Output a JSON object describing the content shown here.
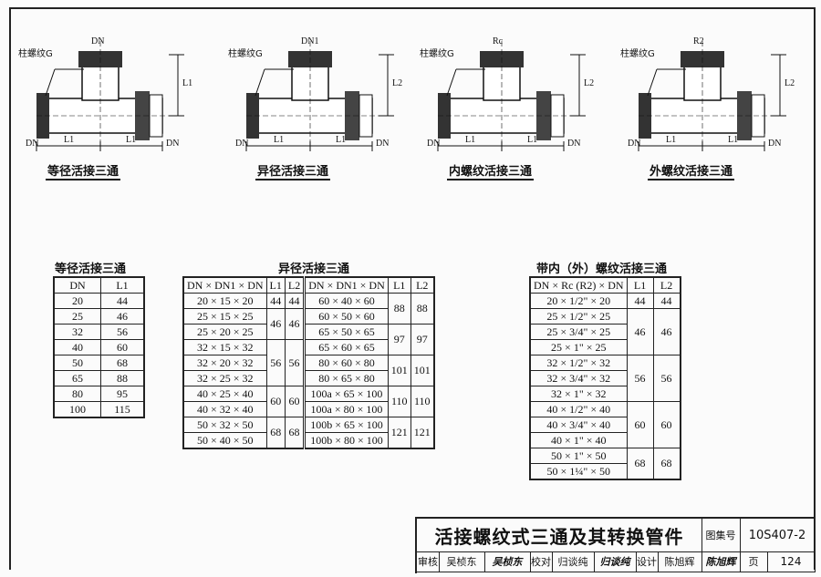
{
  "drawings": [
    {
      "caption": "等径活接三通",
      "labels": {
        "thread": "柱螺纹G",
        "top": "DN",
        "left": "DN",
        "right": "DN",
        "l1a": "L1",
        "l1b": "L1",
        "l2": "L1"
      }
    },
    {
      "caption": "异径活接三通",
      "labels": {
        "thread": "柱螺纹G",
        "top": "DN1",
        "left": "DN",
        "right": "DN",
        "l1a": "L1",
        "l1b": "L1",
        "l2": "L2"
      }
    },
    {
      "caption": "内螺纹活接三通",
      "labels": {
        "thread": "柱螺纹G",
        "top": "Rc",
        "left": "DN",
        "right": "DN",
        "l1a": "L1",
        "l1b": "L1",
        "l2": "L2"
      }
    },
    {
      "caption": "外螺纹活接三通",
      "labels": {
        "thread": "柱螺纹G",
        "top": "R2",
        "left": "DN",
        "right": "DN",
        "l1a": "L1",
        "l1b": "L1",
        "l2": "L2"
      }
    }
  ],
  "tables": [
    {
      "title": "等径活接三通",
      "headers": [
        "DN",
        "L1"
      ],
      "rows": [
        [
          "20",
          "44"
        ],
        [
          "25",
          "46"
        ],
        [
          "32",
          "56"
        ],
        [
          "40",
          "60"
        ],
        [
          "50",
          "68"
        ],
        [
          "65",
          "88"
        ],
        [
          "80",
          "95"
        ],
        [
          "100",
          "115"
        ]
      ]
    },
    {
      "title": "异径活接三通",
      "headers": [
        "DN × DN1 × DN",
        "L1",
        "L2",
        "DN × DN1 × DN",
        "L1",
        "L2"
      ],
      "left_groups": [
        {
          "items": [
            "20 × 15 × 20"
          ],
          "L1": "44",
          "L2": "44"
        },
        {
          "items": [
            "25 × 15 × 25",
            "25 × 20 × 25"
          ],
          "L1": "46",
          "L2": "46"
        },
        {
          "items": [
            "32 × 15 × 32",
            "32 × 20 × 32",
            "32 × 25 × 32"
          ],
          "L1": "56",
          "L2": "56"
        },
        {
          "items": [
            "40 × 25 × 40",
            "40 × 32 × 40"
          ],
          "L1": "60",
          "L2": "60"
        },
        {
          "items": [
            "50 × 32 × 50",
            "50 × 40 × 50"
          ],
          "L1": "68",
          "L2": "68"
        }
      ],
      "right_groups": [
        {
          "items": [
            "60 × 40 × 60",
            "60 × 50 × 60"
          ],
          "L1": "88",
          "L2": "88"
        },
        {
          "items": [
            "65 × 50 × 65",
            "65 × 60 × 65"
          ],
          "L1": "97",
          "L2": "97"
        },
        {
          "items": [
            "80 × 60 × 80",
            "80 × 65 × 80"
          ],
          "L1": "101",
          "L2": "101"
        },
        {
          "items": [
            "100a × 65 × 100",
            "100a × 80 × 100"
          ],
          "L1": "110",
          "L2": "110"
        },
        {
          "items": [
            "100b × 65 × 100",
            "100b × 80 × 100"
          ],
          "L1": "121",
          "L2": "121"
        }
      ]
    },
    {
      "title": "带内（外）螺纹活接三通",
      "headers": [
        "DN × Rc (R2) × DN",
        "L1",
        "L2"
      ],
      "groups": [
        {
          "items": [
            "20 × 1/2\" × 20"
          ],
          "L1": "44",
          "L2": "44"
        },
        {
          "items": [
            "25 × 1/2\" × 25",
            "25 × 3/4\" × 25",
            "25 × 1\" × 25"
          ],
          "L1": "46",
          "L2": "46"
        },
        {
          "items": [
            "32 × 1/2\" × 32",
            "32 × 3/4\" × 32",
            "32 × 1\" × 32"
          ],
          "L1": "56",
          "L2": "56"
        },
        {
          "items": [
            "40 × 1/2\" × 40",
            "40 × 3/4\" × 40",
            "40 × 1\" × 40"
          ],
          "L1": "60",
          "L2": "60"
        },
        {
          "items": [
            "50 × 1\" × 50",
            "50 × 1¼\" × 50"
          ],
          "L1": "68",
          "L2": "68"
        }
      ]
    }
  ],
  "title_block": {
    "title": "活接螺纹式三通及其转换管件",
    "atlas_label": "图集号",
    "atlas_no": "10S407-2",
    "page_label": "页",
    "page_no": "124",
    "review_label": "审核",
    "reviewer": "吴桢东",
    "reviewer_sig": "吴桢东",
    "check_label": "校对",
    "checker": "归谈纯",
    "checker_sig": "归谈纯",
    "design_label": "设计",
    "designer": "陈旭辉",
    "designer_sig": "陈旭辉"
  }
}
